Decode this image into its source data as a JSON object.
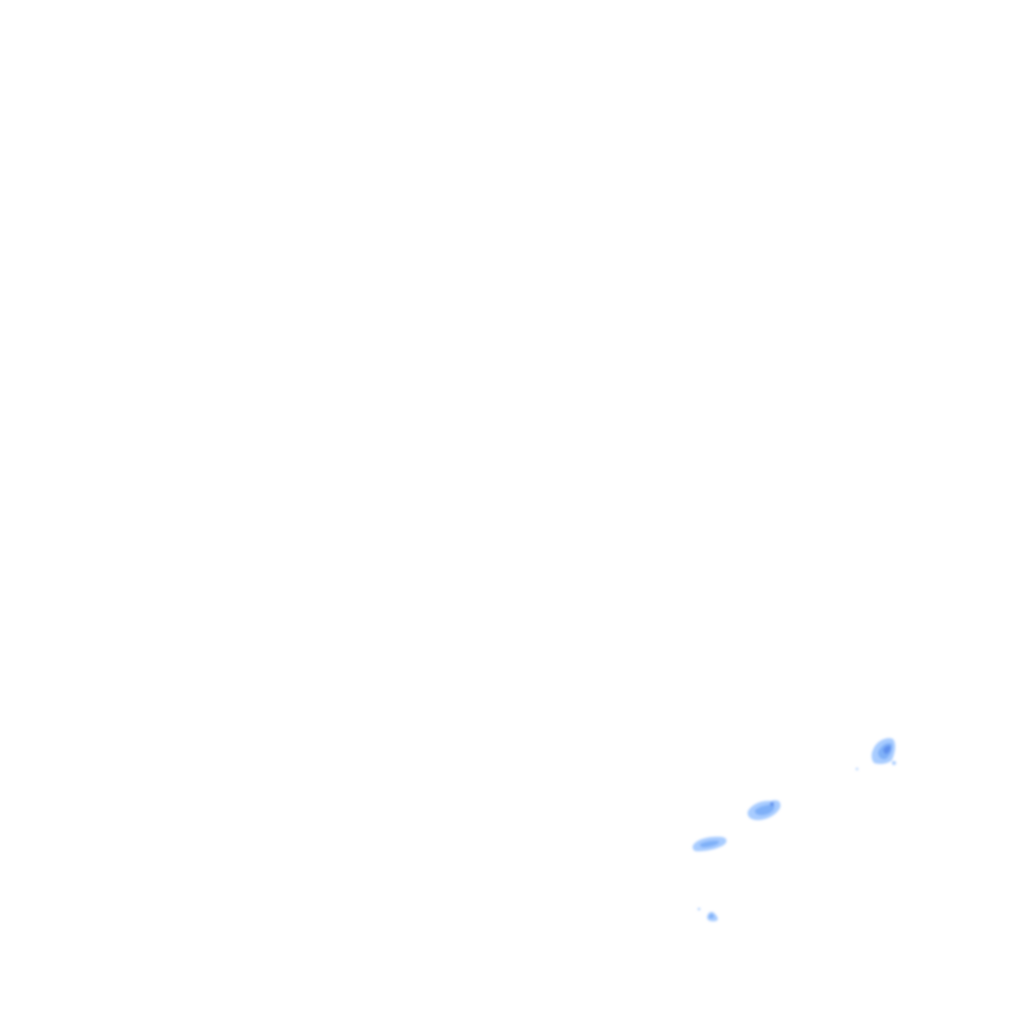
{
  "map": {
    "background_color": "#ffffff",
    "layer": "precipitation-radar-overlay",
    "echo_colors": {
      "light": "#a8ccff",
      "medium": "#7fb0f8",
      "strong": "#5e90ee"
    },
    "echoes": [
      {
        "name": "echo-cell-northeast",
        "intensity": "medium"
      },
      {
        "name": "echo-cell-east",
        "intensity": "medium"
      },
      {
        "name": "echo-cell-center",
        "intensity": "light"
      },
      {
        "name": "echo-cell-south",
        "intensity": "light"
      }
    ]
  }
}
